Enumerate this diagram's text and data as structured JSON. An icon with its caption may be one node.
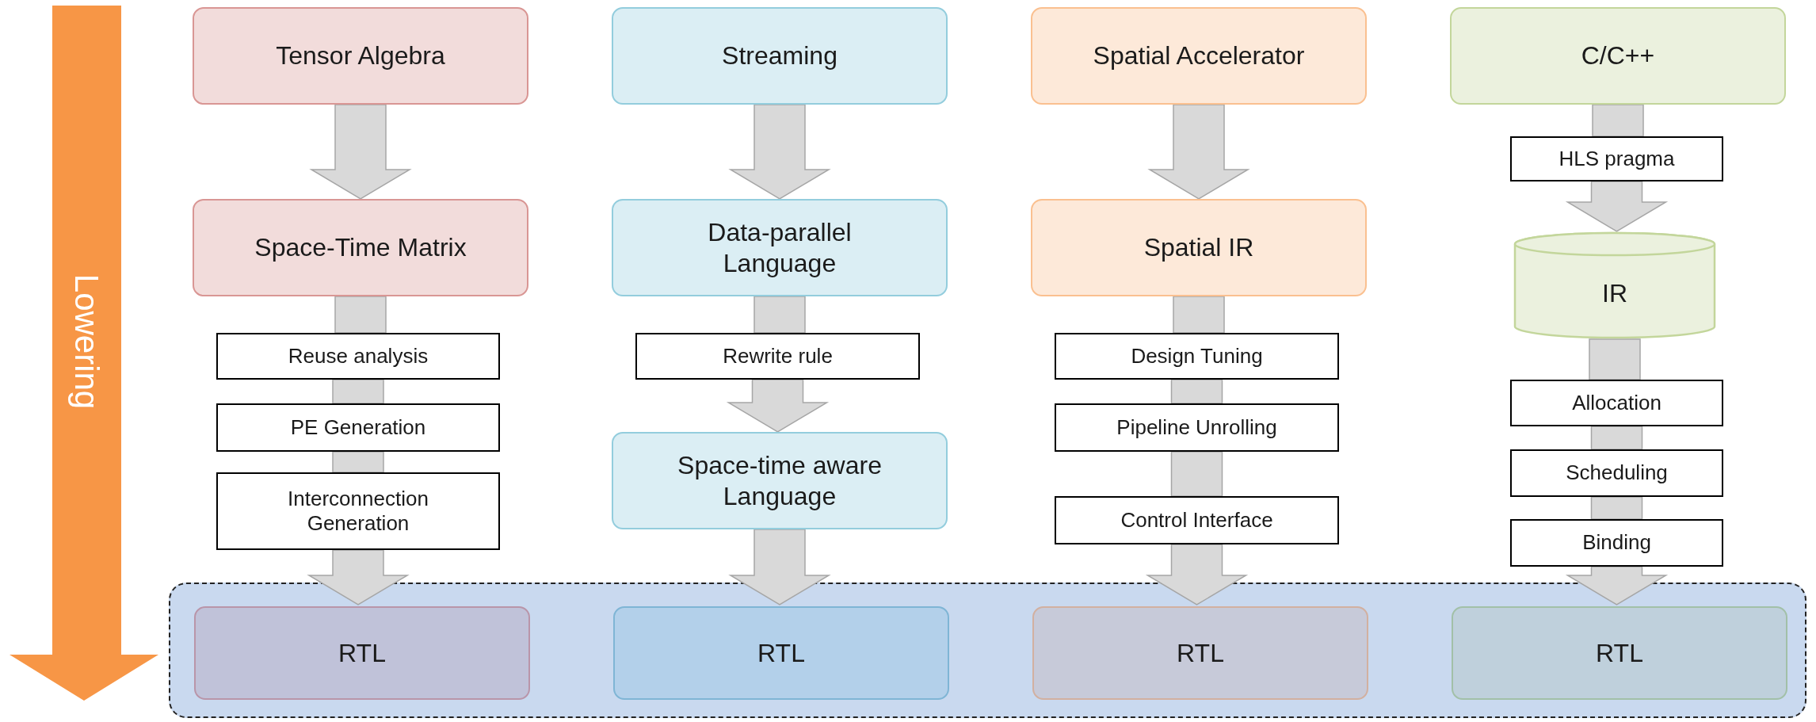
{
  "diagram": {
    "nodes": [
      {
        "text": [
          "Tensor Algebra"
        ]
      },
      {
        "text": [
          "Streaming"
        ]
      },
      {
        "text": [
          "Spatial Accelerator"
        ]
      },
      {
        "text": [
          "C/C++"
        ]
      },
      {
        "text": [
          "HLS pragma"
        ]
      },
      {
        "text": [
          "Space-Time Matrix"
        ]
      },
      {
        "text": [
          "Data-parallel Language"
        ]
      },
      {
        "text": [
          "Spatial IR"
        ]
      },
      {
        "text": [
          "IR"
        ]
      },
      {
        "text": [
          "Reuse analysis"
        ]
      },
      {
        "text": [
          "Rewrite rule"
        ]
      },
      {
        "text": [
          "Design Tuning"
        ]
      },
      {
        "text": [
          "Allocation"
        ]
      },
      {
        "text": [
          "PE Generation"
        ]
      },
      {
        "text": [
          "Pipeline Unrolling"
        ]
      },
      {
        "text": [
          "Space-time aware Language"
        ]
      },
      {
        "text": [
          "Scheduling"
        ]
      },
      {
        "text": [
          "Interconnection Generation"
        ]
      },
      {
        "text": [
          "Control Interface"
        ]
      },
      {
        "text": [
          "Binding"
        ]
      },
      {
        "text": [],
        "shape": "box"
      },
      {
        "text": [
          "RTL"
        ],
        "in": 20
      },
      {
        "text": [
          "RTL"
        ],
        "in": 20
      },
      {
        "text": [
          "RTL"
        ],
        "in": 20
      },
      {
        "text": [
          "RTL"
        ],
        "in": 20
      }
    ],
    "edges": [
      {
        "from": 0,
        "to": 5,
        "arrow": "to"
      },
      {
        "from": 1,
        "to": 6,
        "arrow": "to"
      },
      {
        "from": 2,
        "to": 7,
        "arrow": "to"
      },
      {
        "from": 3,
        "to": 4,
        "arrow": "none"
      },
      {
        "from": 4,
        "to": 8,
        "arrow": "to"
      },
      {
        "from": 5,
        "to": 9,
        "arrow": "none"
      },
      {
        "from": 9,
        "to": 13,
        "arrow": "none"
      },
      {
        "from": 13,
        "to": 17,
        "arrow": "none"
      },
      {
        "from": 17,
        "to": 21,
        "arrow": "to"
      },
      {
        "from": 6,
        "to": 10,
        "arrow": "none"
      },
      {
        "from": 10,
        "to": 15,
        "arrow": "to"
      },
      {
        "from": 15,
        "to": 22,
        "arrow": "to"
      },
      {
        "from": 7,
        "to": 11,
        "arrow": "none"
      },
      {
        "from": 11,
        "to": 14,
        "arrow": "none"
      },
      {
        "from": 14,
        "to": 18,
        "arrow": "none"
      },
      {
        "from": 18,
        "to": 23,
        "arrow": "to"
      },
      {
        "from": 8,
        "to": 12,
        "arrow": "none"
      },
      {
        "from": 12,
        "to": 16,
        "arrow": "none"
      },
      {
        "from": 16,
        "to": 19,
        "arrow": "none"
      },
      {
        "from": 19,
        "to": 24,
        "arrow": "to"
      }
    ],
    "labels": [
      "Lowering"
    ]
  }
}
